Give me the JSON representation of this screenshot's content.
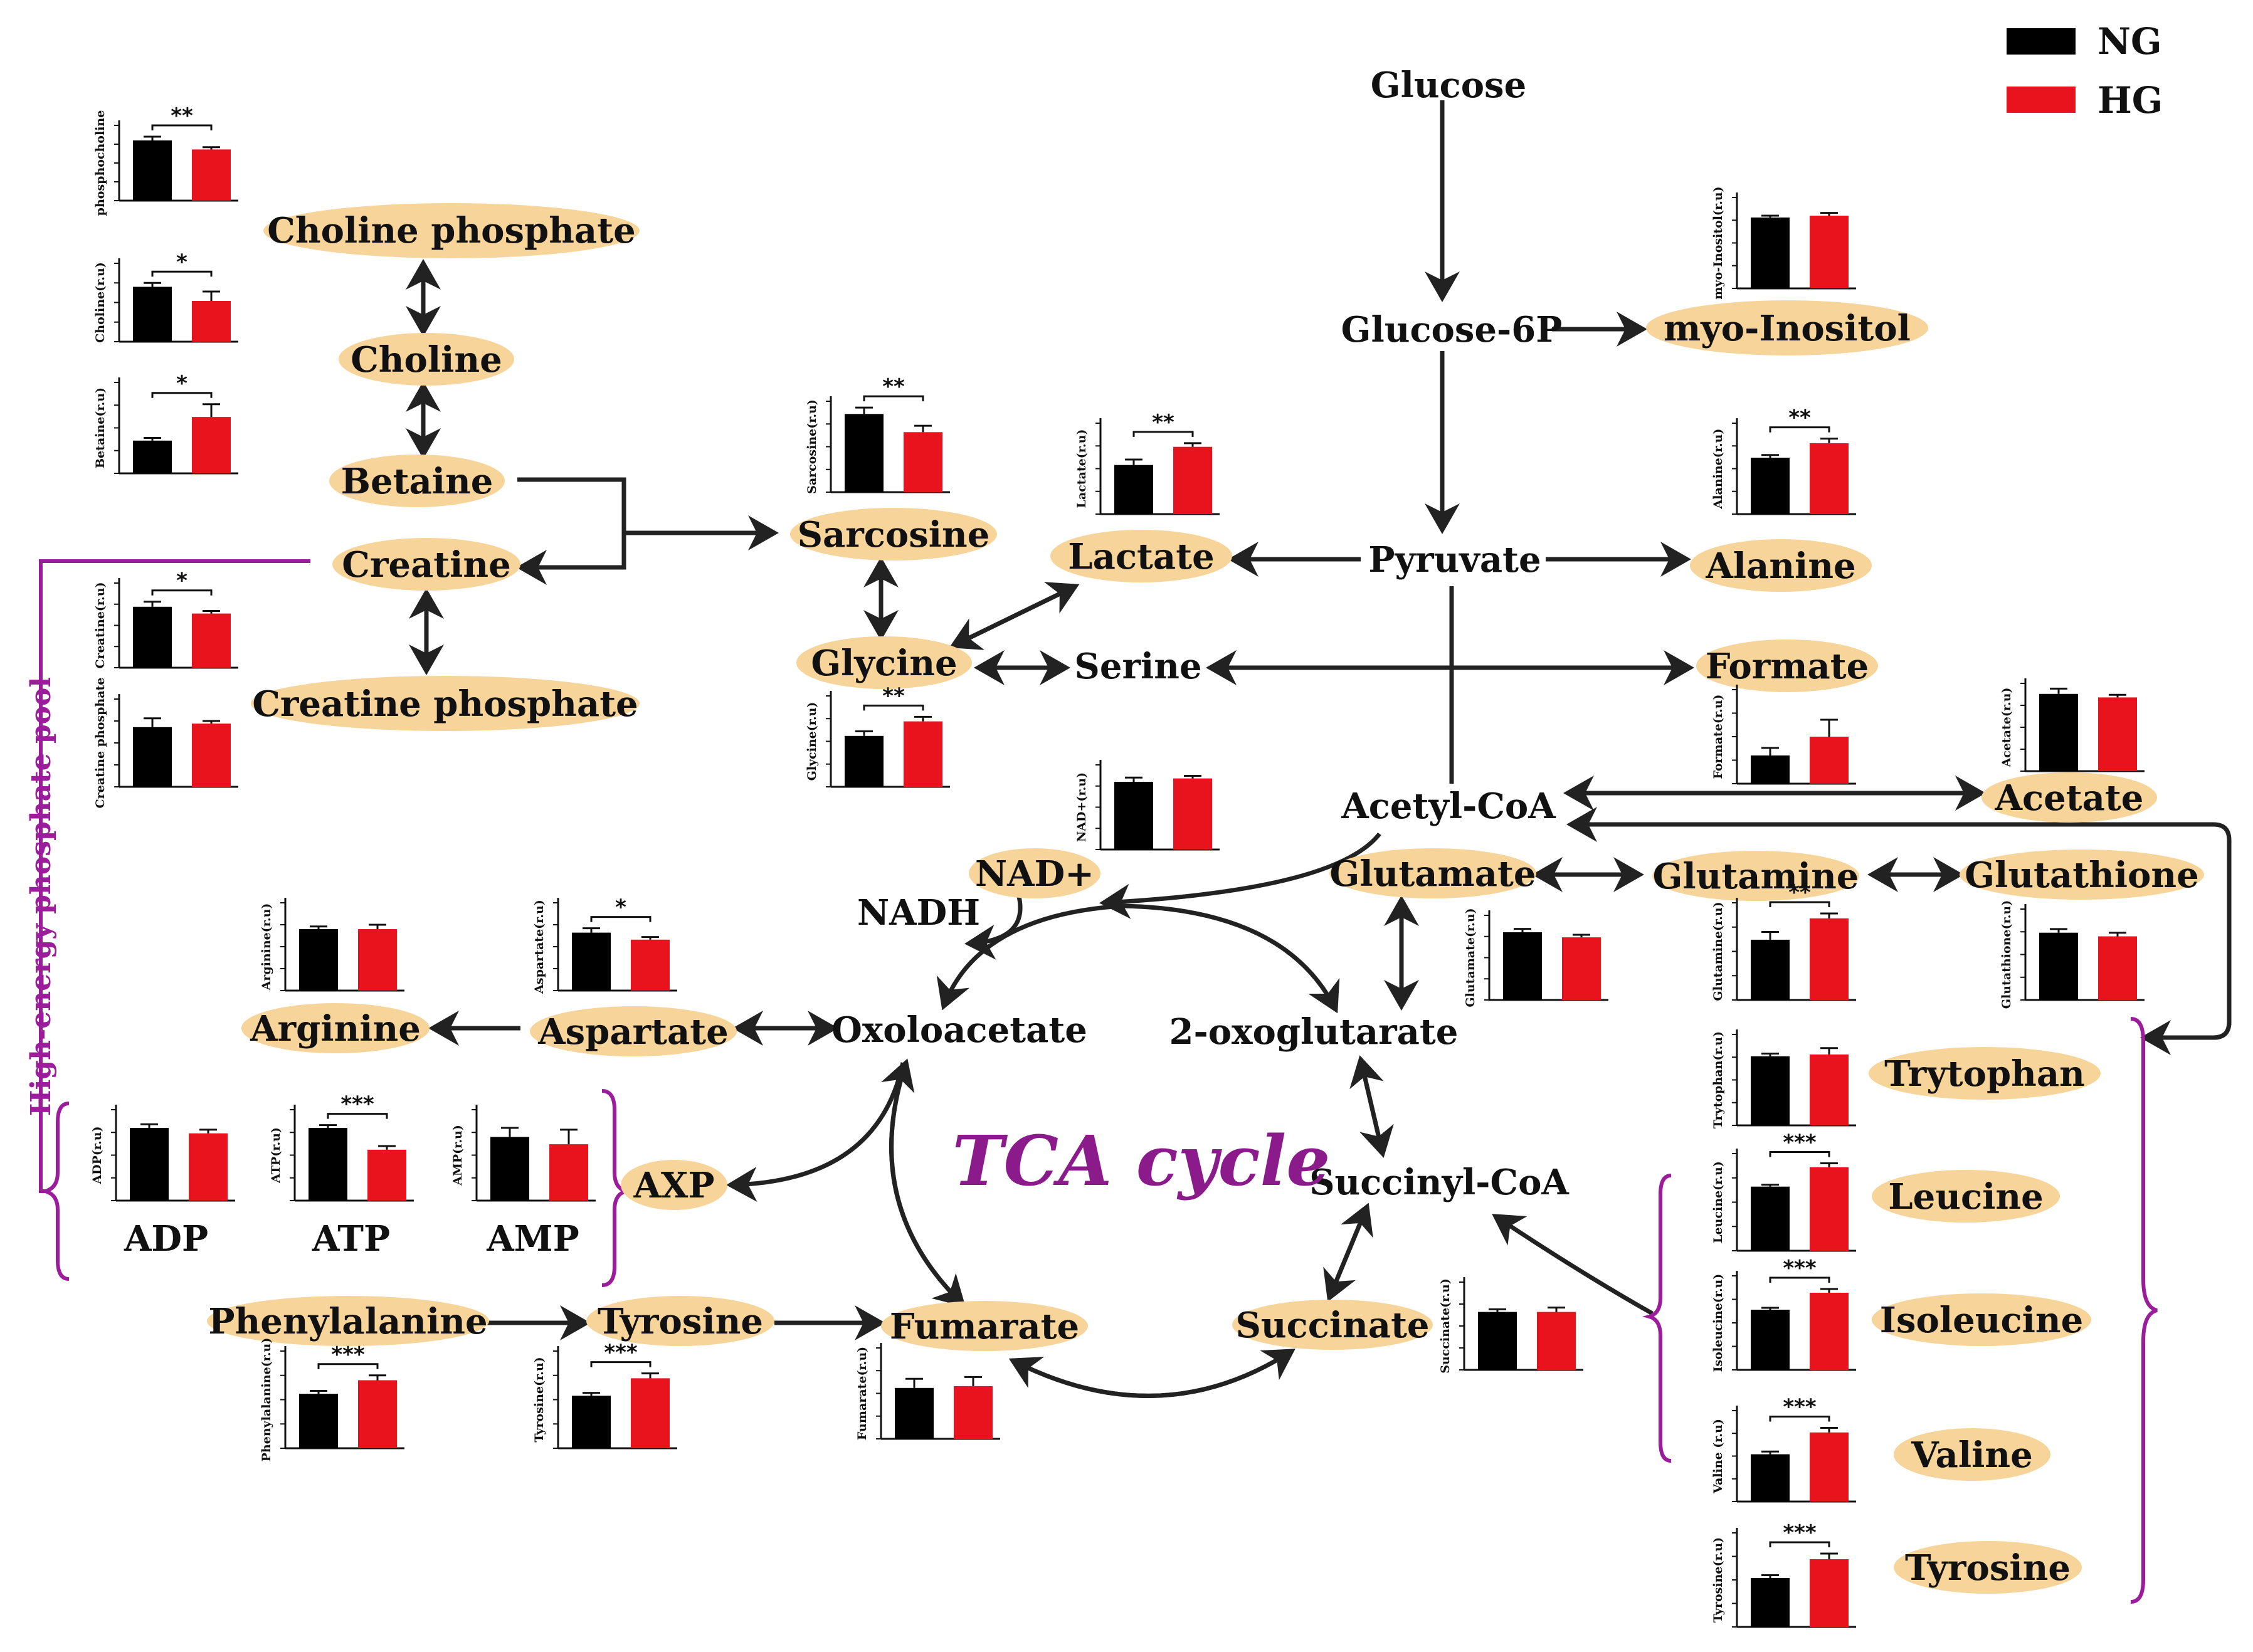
{
  "legend": [
    {
      "label": "NG",
      "color": "#000000"
    },
    {
      "label": "HG",
      "color": "#e8131c"
    }
  ],
  "colors": {
    "ng": "#000000",
    "hg": "#e8131c",
    "node_fill": "#f7d49a",
    "pool_bracket": "#9b1d9b",
    "tca": "#8b1a8b"
  },
  "labels": {
    "glucose": "Glucose",
    "glucose6p": "Glucose-6P",
    "myo_inositol": "myo-Inositol",
    "pyruvate": "Pyruvate",
    "lactate": "Lactate",
    "alanine": "Alanine",
    "serine": "Serine",
    "formate": "Formate",
    "acetyl_coa": "Acetyl-CoA",
    "acetate": "Acetate",
    "glutamate": "Glutamate",
    "glutamine": "Glutamine",
    "glutathione": "Glutathione",
    "choline_phosphate": "Choline phosphate",
    "choline": "Choline",
    "betaine": "Betaine",
    "creatine": "Creatine",
    "creatine_phosphate": "Creatine phosphate",
    "sarcosine": "Sarcosine",
    "glycine": "Glycine",
    "nad": "NAD+",
    "nadh": "NADH",
    "arginine": "Arginine",
    "aspartate": "Aspartate",
    "oxoloacetate": "Oxoloacetate",
    "oxoglutarate": "2-oxoglutarate",
    "succinyl_coa": "Succinyl-CoA",
    "succinate": "Succinate",
    "fumarate": "Fumarate",
    "phenylalanine": "Phenylalanine",
    "tyrosine_left": "Tyrosine",
    "tyrosine_right": "Tyrosine",
    "trytophan": "Trytophan",
    "leucine": "Leucine",
    "isoleucine": "Isoleucine",
    "valine": "Valine",
    "axp": "AXP",
    "adp": "ADP",
    "atp": "ATP",
    "amp": "AMP",
    "tca": "TCA cycle",
    "pool": "High-energy phosphate pool"
  },
  "chart_data": [
    {
      "id": "phosphocholine",
      "type": "bar",
      "ylabel": "phosphocholine",
      "categories": [
        "NG",
        "HG"
      ],
      "values": [
        0.8,
        0.68
      ],
      "errors": [
        0.05,
        0.03
      ],
      "significance": "**"
    },
    {
      "id": "choline",
      "type": "bar",
      "ylabel": "Choline(r.u)",
      "categories": [
        "NG",
        "HG"
      ],
      "values": [
        0.7,
        0.52
      ],
      "errors": [
        0.05,
        0.12
      ],
      "significance": "*"
    },
    {
      "id": "betaine",
      "type": "bar",
      "ylabel": "Betaine(r.u)",
      "categories": [
        "NG",
        "HG"
      ],
      "values": [
        0.36,
        0.62
      ],
      "errors": [
        0.03,
        0.14
      ],
      "significance": "*"
    },
    {
      "id": "creatine",
      "type": "bar",
      "ylabel": "Creatine(r.u)",
      "categories": [
        "NG",
        "HG"
      ],
      "values": [
        0.72,
        0.64
      ],
      "errors": [
        0.06,
        0.03
      ],
      "significance": "*"
    },
    {
      "id": "creatine_phosphate",
      "type": "bar",
      "ylabel": "Creatine phosphate",
      "categories": [
        "NG",
        "HG"
      ],
      "values": [
        0.68,
        0.72
      ],
      "errors": [
        0.1,
        0.03
      ],
      "significance": ""
    },
    {
      "id": "sarcosine",
      "type": "bar",
      "ylabel": "Sarcosine(r.u)",
      "categories": [
        "NG",
        "HG"
      ],
      "values": [
        0.86,
        0.66
      ],
      "errors": [
        0.07,
        0.07
      ],
      "significance": "**"
    },
    {
      "id": "lactate",
      "type": "bar",
      "ylabel": "Lactate(r.u)",
      "categories": [
        "NG",
        "HG"
      ],
      "values": [
        0.54,
        0.74
      ],
      "errors": [
        0.06,
        0.04
      ],
      "significance": "**"
    },
    {
      "id": "glycine",
      "type": "bar",
      "ylabel": "Glycine(r.u)",
      "categories": [
        "NG",
        "HG"
      ],
      "values": [
        0.56,
        0.72
      ],
      "errors": [
        0.05,
        0.05
      ],
      "significance": "**"
    },
    {
      "id": "nad",
      "type": "bar",
      "ylabel": "NAD+(r.u)",
      "categories": [
        "NG",
        "HG"
      ],
      "values": [
        0.8,
        0.84
      ],
      "errors": [
        0.05,
        0.03
      ],
      "significance": ""
    },
    {
      "id": "myo_inositol",
      "type": "bar",
      "ylabel": "myo-Inositol(r.u)",
      "categories": [
        "NG",
        "HG"
      ],
      "values": [
        0.78,
        0.8
      ],
      "errors": [
        0.02,
        0.03
      ],
      "significance": ""
    },
    {
      "id": "alanine",
      "type": "bar",
      "ylabel": "Alanine(r.u)",
      "categories": [
        "NG",
        "HG"
      ],
      "values": [
        0.62,
        0.78
      ],
      "errors": [
        0.03,
        0.05
      ],
      "significance": "**"
    },
    {
      "id": "formate",
      "type": "bar",
      "ylabel": "Formate(r.u)",
      "categories": [
        "NG",
        "HG"
      ],
      "values": [
        0.3,
        0.5
      ],
      "errors": [
        0.08,
        0.18
      ],
      "significance": ""
    },
    {
      "id": "acetate",
      "type": "bar",
      "ylabel": "Acetate(r.u)",
      "categories": [
        "NG",
        "HG"
      ],
      "values": [
        0.88,
        0.84
      ],
      "errors": [
        0.06,
        0.03
      ],
      "significance": ""
    },
    {
      "id": "arginine",
      "type": "bar",
      "ylabel": "Arginine(r.u)",
      "categories": [
        "NG",
        "HG"
      ],
      "values": [
        0.7,
        0.7
      ],
      "errors": [
        0.03,
        0.05
      ],
      "significance": ""
    },
    {
      "id": "aspartate",
      "type": "bar",
      "ylabel": "Aspartate(r.u)",
      "categories": [
        "NG",
        "HG"
      ],
      "values": [
        0.66,
        0.58
      ],
      "errors": [
        0.05,
        0.03
      ],
      "significance": "*"
    },
    {
      "id": "glutamate",
      "type": "bar",
      "ylabel": "Glutamate(r.u)",
      "categories": [
        "NG",
        "HG"
      ],
      "values": [
        0.8,
        0.74
      ],
      "errors": [
        0.04,
        0.03
      ],
      "significance": ""
    },
    {
      "id": "glutamine",
      "type": "bar",
      "ylabel": "Glutamine(r.u)",
      "categories": [
        "NG",
        "HG"
      ],
      "values": [
        0.62,
        0.84
      ],
      "errors": [
        0.08,
        0.05
      ],
      "significance": "**"
    },
    {
      "id": "glutathione",
      "type": "bar",
      "ylabel": "Glutathione(r.u)",
      "categories": [
        "NG",
        "HG"
      ],
      "values": [
        0.74,
        0.7
      ],
      "errors": [
        0.04,
        0.04
      ],
      "significance": ""
    },
    {
      "id": "trytophan",
      "type": "bar",
      "ylabel": "Trytophan(r.u)",
      "categories": [
        "NG",
        "HG"
      ],
      "values": [
        0.76,
        0.78
      ],
      "errors": [
        0.03,
        0.07
      ],
      "significance": ""
    },
    {
      "id": "leucine",
      "type": "bar",
      "ylabel": "Leucine(r.u)",
      "categories": [
        "NG",
        "HG"
      ],
      "values": [
        0.66,
        0.86
      ],
      "errors": [
        0.02,
        0.04
      ],
      "significance": "***"
    },
    {
      "id": "isoleucine",
      "type": "bar",
      "ylabel": "Isoleucine(r.u)",
      "categories": [
        "NG",
        "HG"
      ],
      "values": [
        0.64,
        0.82
      ],
      "errors": [
        0.02,
        0.04
      ],
      "significance": "***"
    },
    {
      "id": "valine",
      "type": "bar",
      "ylabel": "Valine (r.u)",
      "categories": [
        "NG",
        "HG"
      ],
      "values": [
        0.52,
        0.76
      ],
      "errors": [
        0.03,
        0.05
      ],
      "significance": "***"
    },
    {
      "id": "tyrosine_right",
      "type": "bar",
      "ylabel": "Tyrosine(r.u)",
      "categories": [
        "NG",
        "HG"
      ],
      "values": [
        0.52,
        0.72
      ],
      "errors": [
        0.03,
        0.06
      ],
      "significance": "***"
    },
    {
      "id": "succinate",
      "type": "bar",
      "ylabel": "Succinate(r.u)",
      "categories": [
        "NG",
        "HG"
      ],
      "values": [
        0.66,
        0.66
      ],
      "errors": [
        0.03,
        0.05
      ],
      "significance": ""
    },
    {
      "id": "fumarate",
      "type": "bar",
      "ylabel": "Fumarate(r.u)",
      "categories": [
        "NG",
        "HG"
      ],
      "values": [
        0.56,
        0.58
      ],
      "errors": [
        0.1,
        0.1
      ],
      "significance": ""
    },
    {
      "id": "phenylalanine",
      "type": "bar",
      "ylabel": "Phenylalanine(r.u)",
      "categories": [
        "NG",
        "HG"
      ],
      "values": [
        0.56,
        0.7
      ],
      "errors": [
        0.03,
        0.05
      ],
      "significance": "***"
    },
    {
      "id": "tyrosine_left",
      "type": "bar",
      "ylabel": "Tyrosine(r.u)",
      "categories": [
        "NG",
        "HG"
      ],
      "values": [
        0.54,
        0.72
      ],
      "errors": [
        0.03,
        0.05
      ],
      "significance": "***"
    },
    {
      "id": "adp",
      "type": "bar",
      "ylabel": "ADP(r.u)",
      "categories": [
        "NG",
        "HG"
      ],
      "values": [
        0.8,
        0.74
      ],
      "errors": [
        0.04,
        0.04
      ],
      "significance": ""
    },
    {
      "id": "atp",
      "type": "bar",
      "ylabel": "ATP(r.u)",
      "categories": [
        "NG",
        "HG"
      ],
      "values": [
        0.8,
        0.56
      ],
      "errors": [
        0.03,
        0.04
      ],
      "significance": "***"
    },
    {
      "id": "amp",
      "type": "bar",
      "ylabel": "AMP(r.u)",
      "categories": [
        "NG",
        "HG"
      ],
      "values": [
        0.7,
        0.62
      ],
      "errors": [
        0.1,
        0.16
      ],
      "significance": ""
    }
  ]
}
